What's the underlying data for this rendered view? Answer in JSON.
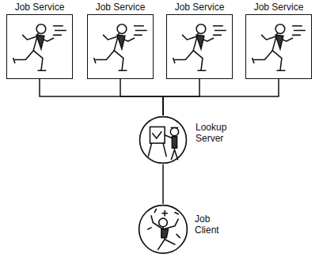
{
  "diagram": {
    "nodes": [
      {
        "text": [
          "Job Service"
        ]
      },
      {
        "text": [
          "Job Service"
        ]
      },
      {
        "text": [
          "Job Service"
        ]
      },
      {
        "text": [
          "Job Service"
        ]
      },
      {
        "text": [
          "Lookup Server"
        ]
      },
      {
        "text": [
          "Job Client"
        ]
      }
    ],
    "edges": [
      {
        "from": 0,
        "to": 4,
        "arrow": "none"
      },
      {
        "from": 1,
        "to": 4,
        "arrow": "none"
      },
      {
        "from": 2,
        "to": 4,
        "arrow": "none"
      },
      {
        "from": 3,
        "to": 4,
        "arrow": "none"
      },
      {
        "from": 4,
        "to": 5,
        "arrow": "none"
      }
    ]
  }
}
